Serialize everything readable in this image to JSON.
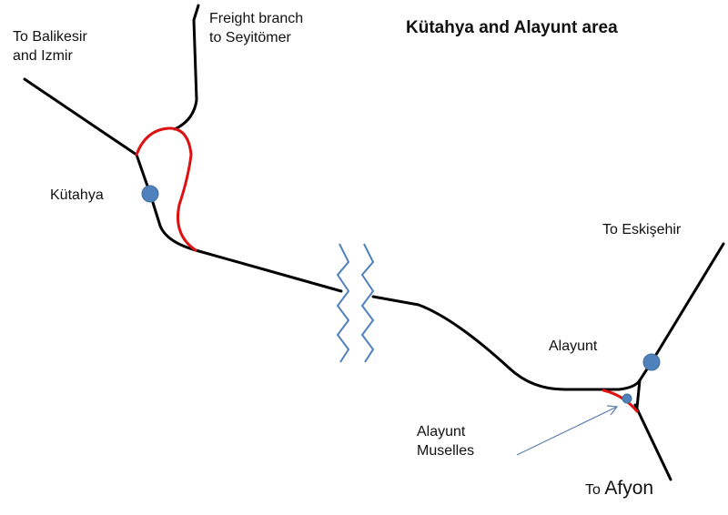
{
  "title": "Kütahya and Alayunt area",
  "labels": {
    "balikesir": "To Balikesir\nand Izmir",
    "freight": "Freight branch\nto Seyitömer",
    "kutahya": "Kütahya",
    "eskisehir": "To Eskişehir",
    "alayunt": "Alayunt",
    "muselles": "Alayunt\nMuselles",
    "afyon_to": "To",
    "afyon": "Afyon"
  },
  "colors": {
    "track": "#000000",
    "new_line": "#dd1111",
    "station": "#4f81bd",
    "break": "#4f81bd"
  }
}
